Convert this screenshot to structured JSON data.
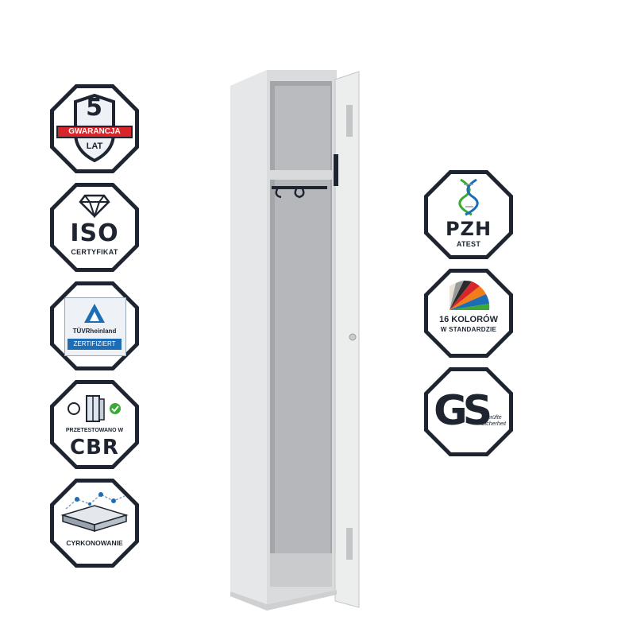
{
  "badges_left": [
    {
      "id": "warranty",
      "number": "5",
      "ribbon": "GWARANCJA",
      "sub": "LAT",
      "icon": "shield-icon"
    },
    {
      "id": "iso",
      "title": "ISO",
      "sub": "CERTYFIKAT",
      "icon": "diamond-icon"
    },
    {
      "id": "tuv",
      "brand": "TÜVRheinland",
      "stamp": "ZERTIFIZIERT",
      "icon": "tuv-triangle-icon"
    },
    {
      "id": "cbr",
      "top": "PRZETESTOWANO W",
      "title": "CBR",
      "icon": "lab-test-icon"
    },
    {
      "id": "zinc",
      "sub": "CYRKONOWANIE",
      "icon": "coated-sheet-icon"
    }
  ],
  "badges_right": [
    {
      "id": "pzh",
      "title": "PZH",
      "sub": "ATEST",
      "icon": "dna-icon"
    },
    {
      "id": "colors",
      "title": "16 KOLORÓW",
      "sub": "W STANDARDZIE",
      "icon": "color-fan-icon"
    },
    {
      "id": "gs",
      "title": "GS",
      "sub1": "geprüfte",
      "sub2": "Sicherheit",
      "icon": "gs-mark-icon"
    }
  ],
  "colors": {
    "badge_border": "#1e2530",
    "ribbon": "#d6262b",
    "accent_blue": "#1c6db5",
    "locker": "#e3e4e6"
  }
}
